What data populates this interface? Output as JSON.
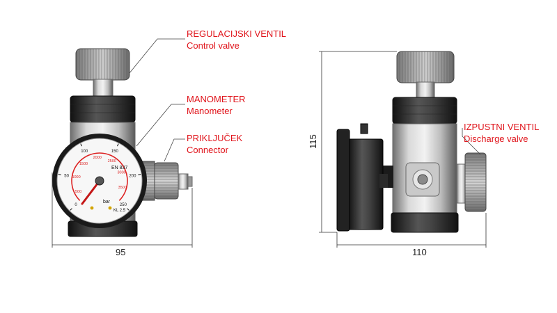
{
  "labels": {
    "control_valve": {
      "title": "REGULACIJSKI VENTIL",
      "subtitle": "Control valve"
    },
    "manometer": {
      "title": "MANOMETER",
      "subtitle": "Manometer"
    },
    "connector": {
      "title": "PRIKLJUČEK",
      "subtitle": "Connector"
    },
    "discharge_valve": {
      "title": "IZPUSTNI VENTIL",
      "subtitle": "Discharge valve"
    }
  },
  "dimensions": {
    "front_width": "95",
    "side_width": "110",
    "height": "115"
  },
  "gauge": {
    "outer_ticks": [
      "0",
      "50",
      "100",
      "150",
      "200",
      "250"
    ],
    "inner_ticks": [
      "500",
      "1000",
      "1500",
      "2000",
      "2500",
      "3000",
      "3500"
    ],
    "unit": "bar",
    "standard": "EN 837",
    "class": "KL 2.5"
  },
  "colors": {
    "label": "#e0141b",
    "dimension": "#222222",
    "metal": "#b8b8b8",
    "dark": "#2a2a2a"
  }
}
